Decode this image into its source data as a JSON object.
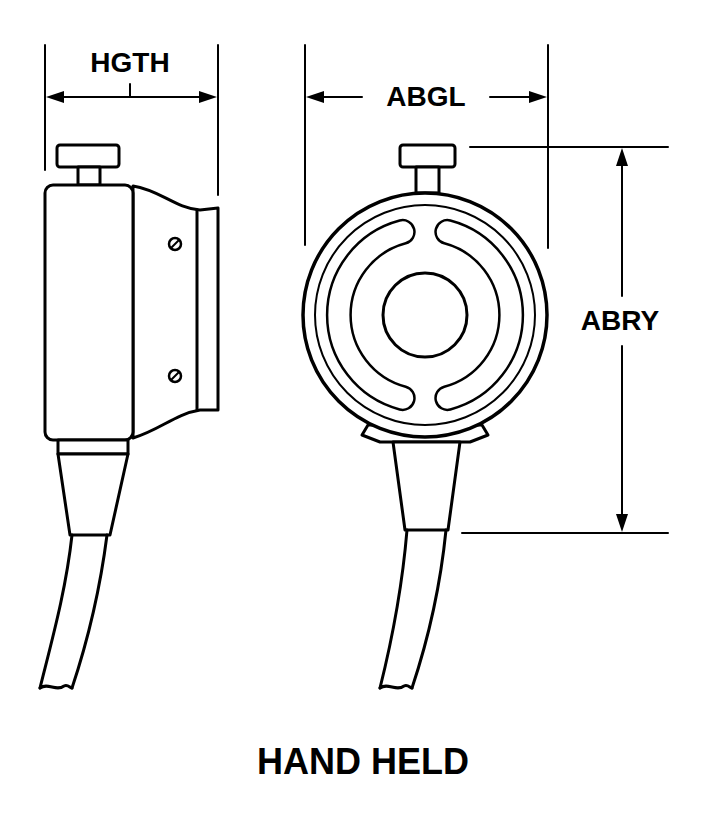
{
  "diagram": {
    "caption": "HAND HELD",
    "labels": [
      "HGTH",
      "ABGL",
      "ABRY"
    ]
  }
}
